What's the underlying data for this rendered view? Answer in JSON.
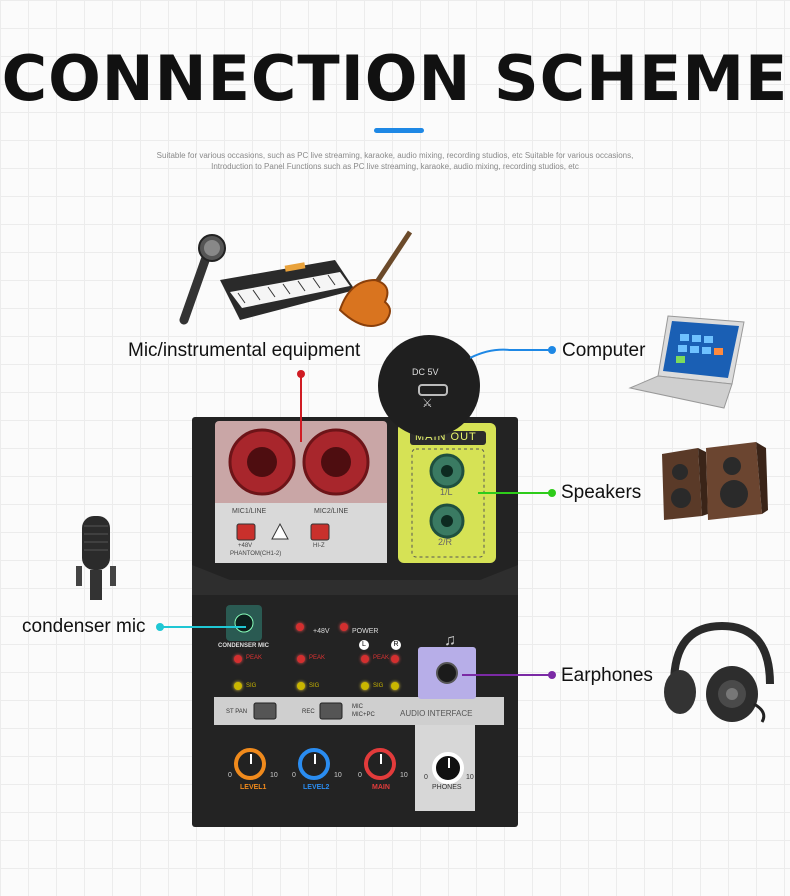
{
  "header": {
    "title": "CONNECTION SCHEME",
    "subtitle_line1": "Suitable for various occasions, such as PC live streaming, karaoke, audio mixing, recording studios, etc Suitable for various occasions,",
    "subtitle_line2": "Introduction to Panel Functions such as PC live streaming, karaoke, audio mixing, recording studios, etc"
  },
  "callouts": {
    "mic_instrument": "Mic/instrumental equipment",
    "computer": "Computer",
    "speakers": "Speakers",
    "condenser_mic": "condenser mic",
    "earphones": "Earphones"
  },
  "colors": {
    "accent_blue": "#1e88e5",
    "red": "#d01c24",
    "green": "#2ecc1a",
    "cyan": "#1fc7d4",
    "purple": "#7b2aa5"
  },
  "device": {
    "usb_port": "DC 5V",
    "usb_icon": "usb-icon",
    "main_out": "MAIN OUT",
    "out_l": "1/L",
    "out_r": "2/R",
    "mic1": "MIC1/LINE",
    "mic2": "MIC2/LINE",
    "phantom": "PHANTOM(CH1-2)",
    "plus48_small": "+48V",
    "hi_z": "HI-Z",
    "condenser_mic_label": "CONDENSER MIC",
    "plus48": "+48V",
    "power": "POWER",
    "power_l": "L",
    "power_r": "R",
    "peak": "PEAK",
    "sig": "SIG",
    "st_pan": "ST PAN",
    "rec": "REC",
    "rec_mic": "MIC",
    "rec_mic_pc": "MIC+PC",
    "audio_interface": "AUDIO INTERFACE",
    "knob_min": "0",
    "knob_max": "10",
    "level1": "LEVEL1",
    "level2": "LEVEL2",
    "main": "MAIN",
    "phones": "PHONES"
  }
}
